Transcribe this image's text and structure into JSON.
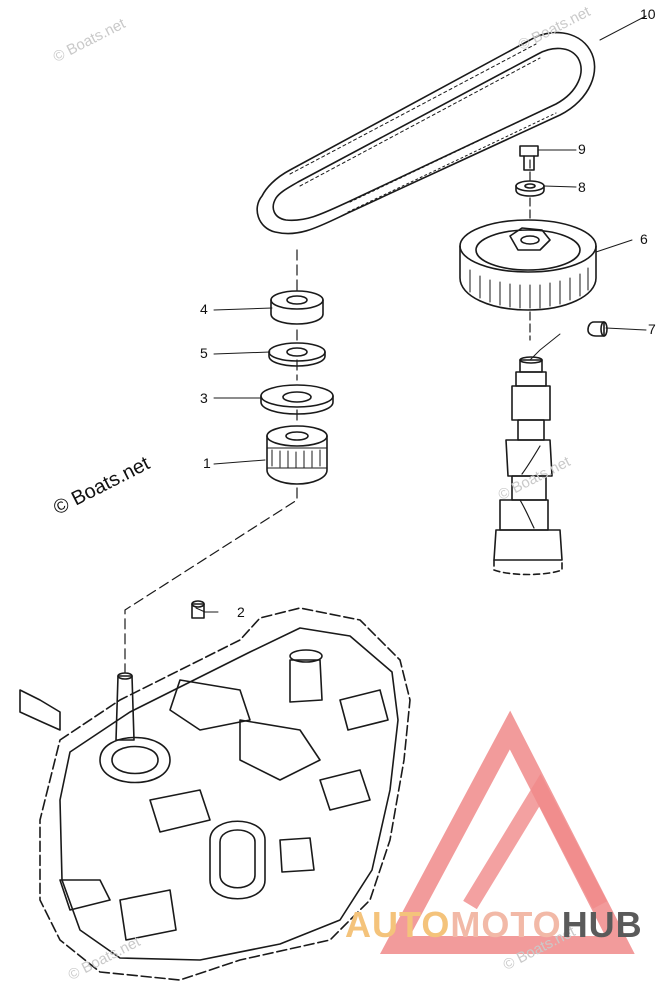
{
  "callouts": [
    {
      "id": "part-1",
      "number": "1"
    },
    {
      "id": "part-2",
      "number": "2"
    },
    {
      "id": "part-3",
      "number": "3"
    },
    {
      "id": "part-4",
      "number": "4"
    },
    {
      "id": "part-5",
      "number": "5"
    },
    {
      "id": "part-6",
      "number": "6"
    },
    {
      "id": "part-7",
      "number": "7"
    },
    {
      "id": "part-8",
      "number": "8"
    },
    {
      "id": "part-9",
      "number": "9"
    },
    {
      "id": "part-10",
      "number": "10"
    }
  ],
  "watermark": {
    "main": "© Boats.net",
    "faint": "© Boats.net"
  },
  "brand": {
    "part1": "AUTO",
    "part2": "MOTO",
    "part3": "HUB"
  },
  "colors": {
    "line": "#1a1a1a",
    "brand_triangle": "#f08a8a",
    "brand_auto": "#f4c37b",
    "brand_moto": "#f2b9a7",
    "brand_hub": "#5a5a5a"
  }
}
